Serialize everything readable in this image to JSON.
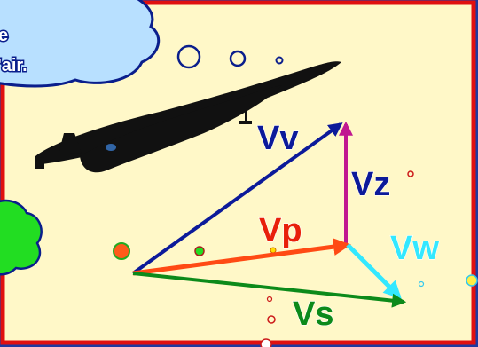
{
  "bubble": {
    "line1": "e",
    "line2": "'air."
  },
  "vectors": {
    "vv": {
      "label": "Vv",
      "color": "#0c1a9a"
    },
    "vz": {
      "label": "Vz",
      "color": "#0c1a9a"
    },
    "vp": {
      "label": "Vp",
      "color": "#e8200a"
    },
    "vw": {
      "label": "Vw",
      "color": "#33e8ff"
    },
    "vs": {
      "label": "Vs",
      "color": "#0c8a1a"
    }
  },
  "colors": {
    "background": "#1e3aa0",
    "panel": "#fff8c8",
    "frame": "#e01010",
    "bubble_fill": "#b8e0ff",
    "bubble_green": "#22dd22",
    "vz_arrow": "#c01890",
    "aircraft": "#111111"
  }
}
